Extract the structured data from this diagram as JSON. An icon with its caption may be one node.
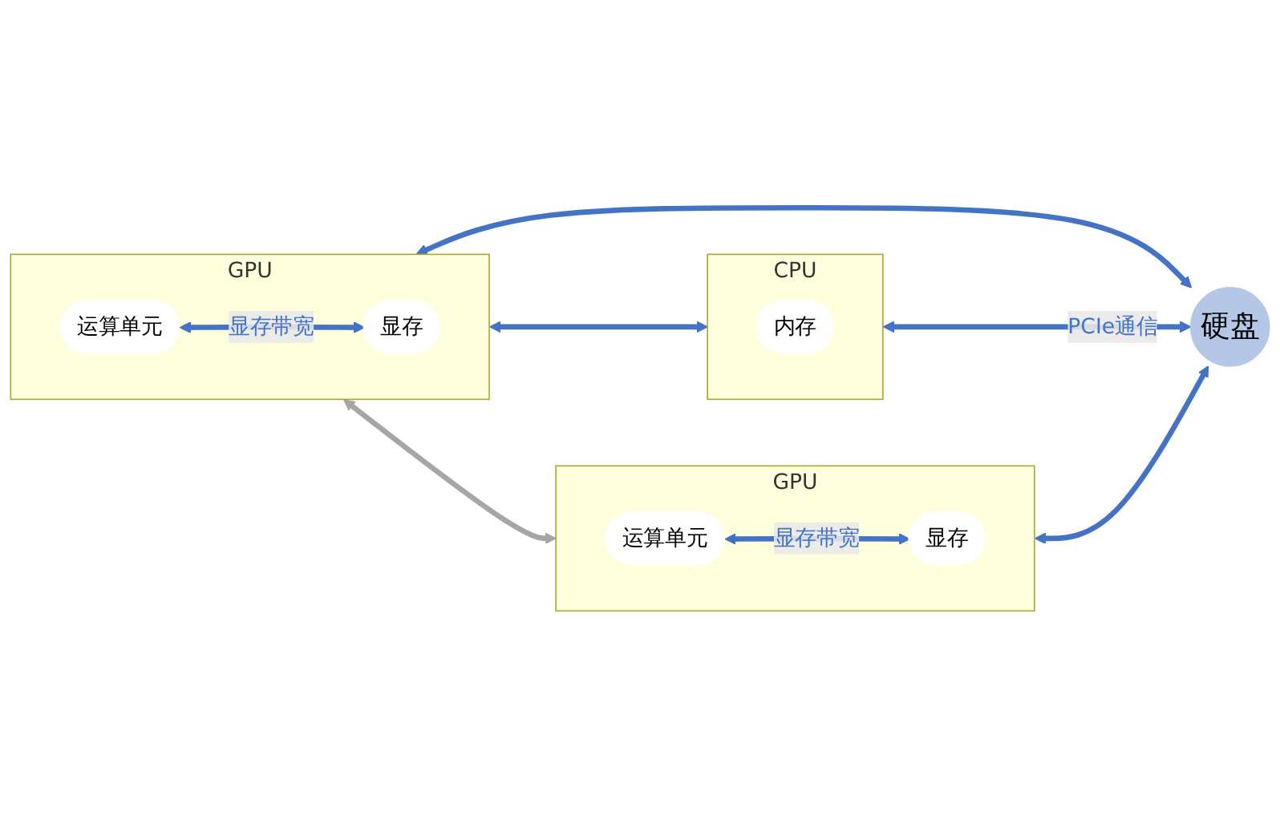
{
  "diagram": {
    "nodes": [
      {
        "text": [
          "GPU"
        ]
      },
      {
        "text": [
          "运算单元"
        ],
        "in": 0
      },
      {
        "text": [
          "显存"
        ],
        "in": 0
      },
      {
        "text": [
          "CPU"
        ]
      },
      {
        "text": [
          "内存"
        ],
        "in": 3
      },
      {
        "text": [
          "GPU"
        ]
      },
      {
        "text": [
          "运算单元"
        ],
        "in": 5
      },
      {
        "text": [
          "显存"
        ],
        "in": 5
      },
      {
        "text": [
          "硬盘"
        ]
      }
    ],
    "edges": [
      {
        "from": 1,
        "to": 2,
        "arrow": "both",
        "label": "显存带宽"
      },
      {
        "from": 0,
        "to": 3,
        "arrow": "both"
      },
      {
        "from": 0,
        "to": 5,
        "arrow": "both",
        "color": "#a6a6a6"
      },
      {
        "from": 0,
        "to": 8,
        "arrow": "both"
      },
      {
        "from": 3,
        "to": 8,
        "arrow": "both",
        "label": "PCIe通信"
      },
      {
        "from": 6,
        "to": 7,
        "arrow": "both",
        "label": "显存带宽"
      },
      {
        "from": 5,
        "to": 8,
        "arrow": "both"
      }
    ]
  }
}
